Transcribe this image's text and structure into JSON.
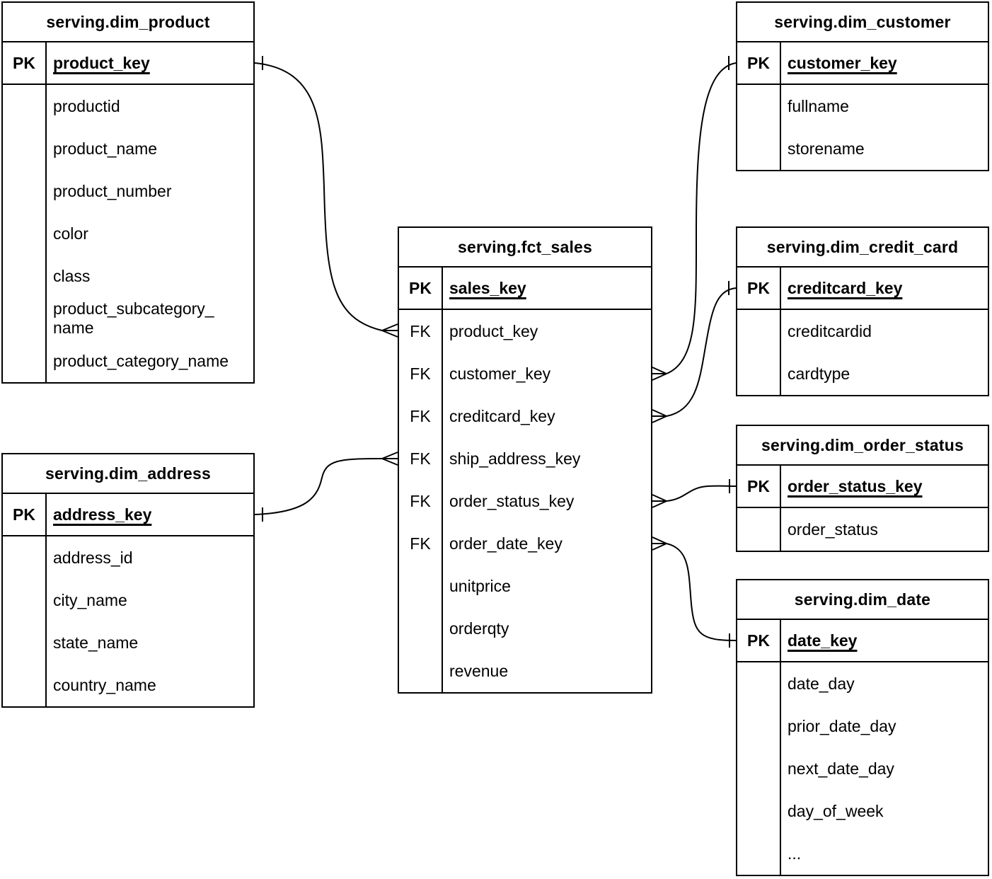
{
  "diagram": {
    "tables": [
      {
        "id": "dim_product",
        "title": "serving.dim_product",
        "pk": {
          "label": "PK",
          "field": "product_key"
        },
        "rows": [
          {
            "key": "",
            "field": "productid"
          },
          {
            "key": "",
            "field": "product_name"
          },
          {
            "key": "",
            "field": "product_number"
          },
          {
            "key": "",
            "field": "color"
          },
          {
            "key": "",
            "field": "class"
          },
          {
            "key": "",
            "field": "product_subcategory_name"
          },
          {
            "key": "",
            "field": "product_category_name"
          }
        ]
      },
      {
        "id": "dim_customer",
        "title": "serving.dim_customer",
        "pk": {
          "label": "PK",
          "field": "customer_key"
        },
        "rows": [
          {
            "key": "",
            "field": "fullname"
          },
          {
            "key": "",
            "field": "storename"
          }
        ]
      },
      {
        "id": "fct_sales",
        "title": "serving.fct_sales",
        "pk": {
          "label": "PK",
          "field": "sales_key"
        },
        "rows": [
          {
            "key": "FK",
            "field": "product_key"
          },
          {
            "key": "FK",
            "field": "customer_key"
          },
          {
            "key": "FK",
            "field": "creditcard_key"
          },
          {
            "key": "FK",
            "field": "ship_address_key"
          },
          {
            "key": "FK",
            "field": "order_status_key"
          },
          {
            "key": "FK",
            "field": "order_date_key"
          },
          {
            "key": "",
            "field": "unitprice"
          },
          {
            "key": "",
            "field": "orderqty"
          },
          {
            "key": "",
            "field": "revenue"
          }
        ]
      },
      {
        "id": "dim_credit_card",
        "title": "serving.dim_credit_card",
        "pk": {
          "label": "PK",
          "field": "creditcard_key"
        },
        "rows": [
          {
            "key": "",
            "field": "creditcardid"
          },
          {
            "key": "",
            "field": "cardtype"
          }
        ]
      },
      {
        "id": "dim_order_status",
        "title": "serving.dim_order_status",
        "pk": {
          "label": "PK",
          "field": "order_status_key"
        },
        "rows": [
          {
            "key": "",
            "field": "order_status"
          }
        ]
      },
      {
        "id": "dim_date",
        "title": "serving.dim_date",
        "pk": {
          "label": "PK",
          "field": "date_key"
        },
        "rows": [
          {
            "key": "",
            "field": "date_day"
          },
          {
            "key": "",
            "field": "prior_date_day"
          },
          {
            "key": "",
            "field": "next_date_day"
          },
          {
            "key": "",
            "field": "day_of_week"
          },
          {
            "key": "",
            "field": "..."
          }
        ]
      },
      {
        "id": "dim_address",
        "title": "serving.dim_address",
        "pk": {
          "label": "PK",
          "field": "address_key"
        },
        "rows": [
          {
            "key": "",
            "field": "address_id"
          },
          {
            "key": "",
            "field": "city_name"
          },
          {
            "key": "",
            "field": "state_name"
          },
          {
            "key": "",
            "field": "country_name"
          }
        ]
      }
    ],
    "relationships": [
      {
        "from": "serving.fct_sales.product_key",
        "to": "serving.dim_product.product_key",
        "cardinality": "many-to-one"
      },
      {
        "from": "serving.fct_sales.customer_key",
        "to": "serving.dim_customer.customer_key",
        "cardinality": "many-to-one"
      },
      {
        "from": "serving.fct_sales.creditcard_key",
        "to": "serving.dim_credit_card.creditcard_key",
        "cardinality": "many-to-one"
      },
      {
        "from": "serving.fct_sales.ship_address_key",
        "to": "serving.dim_address.address_key",
        "cardinality": "many-to-one"
      },
      {
        "from": "serving.fct_sales.order_status_key",
        "to": "serving.dim_order_status.order_status_key",
        "cardinality": "many-to-one"
      },
      {
        "from": "serving.fct_sales.order_date_key",
        "to": "serving.dim_date.date_key",
        "cardinality": "many-to-one"
      }
    ],
    "colors": {
      "line": "#000000",
      "background": "#ffffff",
      "text": "#000000"
    }
  }
}
